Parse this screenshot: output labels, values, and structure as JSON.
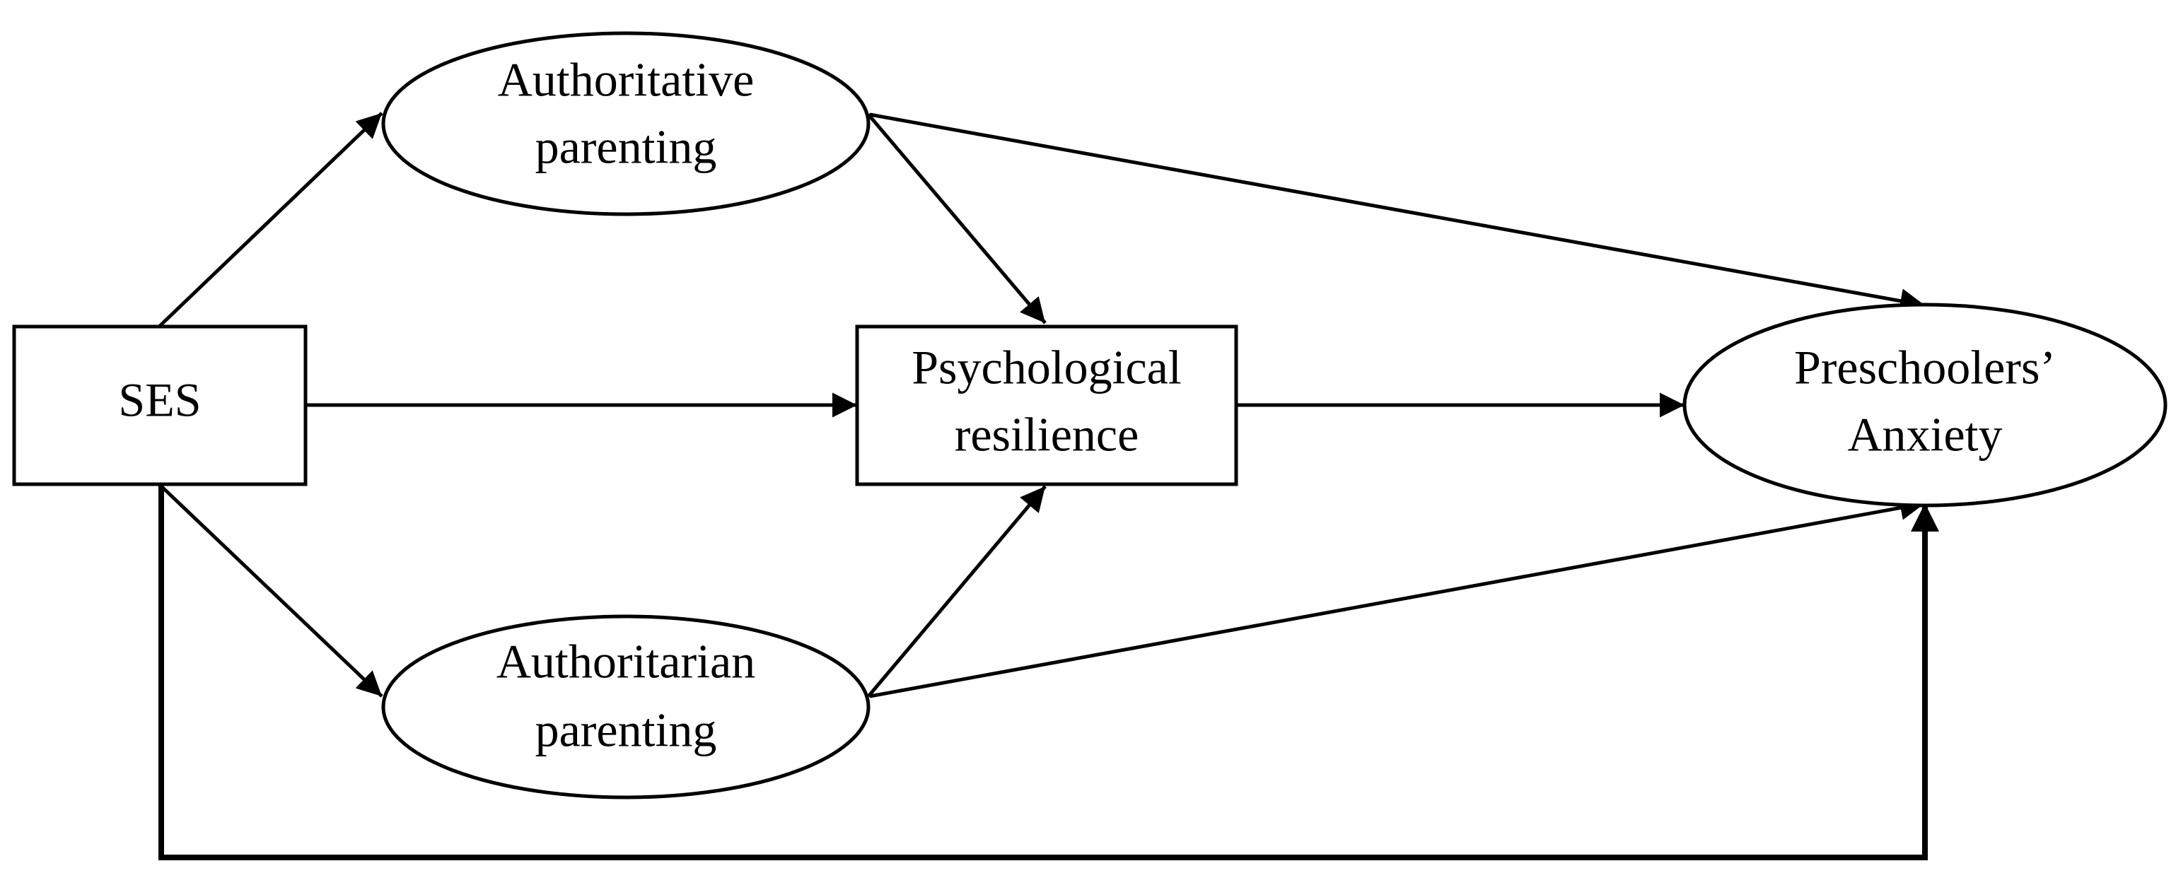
{
  "diagram": {
    "nodes": {
      "ses": {
        "label": "SES"
      },
      "authoritative": {
        "line1": "Authoritative",
        "line2": "parenting"
      },
      "authoritarian": {
        "line1": "Authoritarian",
        "line2": "parenting"
      },
      "resilience": {
        "line1": "Psychological",
        "line2": "resilience"
      },
      "anxiety": {
        "line1": "Preschoolers’",
        "line2": "Anxiety"
      }
    },
    "edges": [
      {
        "from": "SES",
        "to": "Authoritative parenting"
      },
      {
        "from": "SES",
        "to": "Psychological resilience"
      },
      {
        "from": "SES",
        "to": "Authoritarian parenting"
      },
      {
        "from": "SES",
        "to": "Preschoolers’ Anxiety"
      },
      {
        "from": "Authoritative parenting",
        "to": "Psychological resilience"
      },
      {
        "from": "Authoritative parenting",
        "to": "Preschoolers’ Anxiety"
      },
      {
        "from": "Authoritarian parenting",
        "to": "Psychological resilience"
      },
      {
        "from": "Authoritarian parenting",
        "to": "Preschoolers’ Anxiety"
      },
      {
        "from": "Psychological resilience",
        "to": "Preschoolers’ Anxiety"
      }
    ],
    "colors": {
      "stroke": "#000000",
      "fill": "#ffffff",
      "background": "#ffffff"
    }
  }
}
